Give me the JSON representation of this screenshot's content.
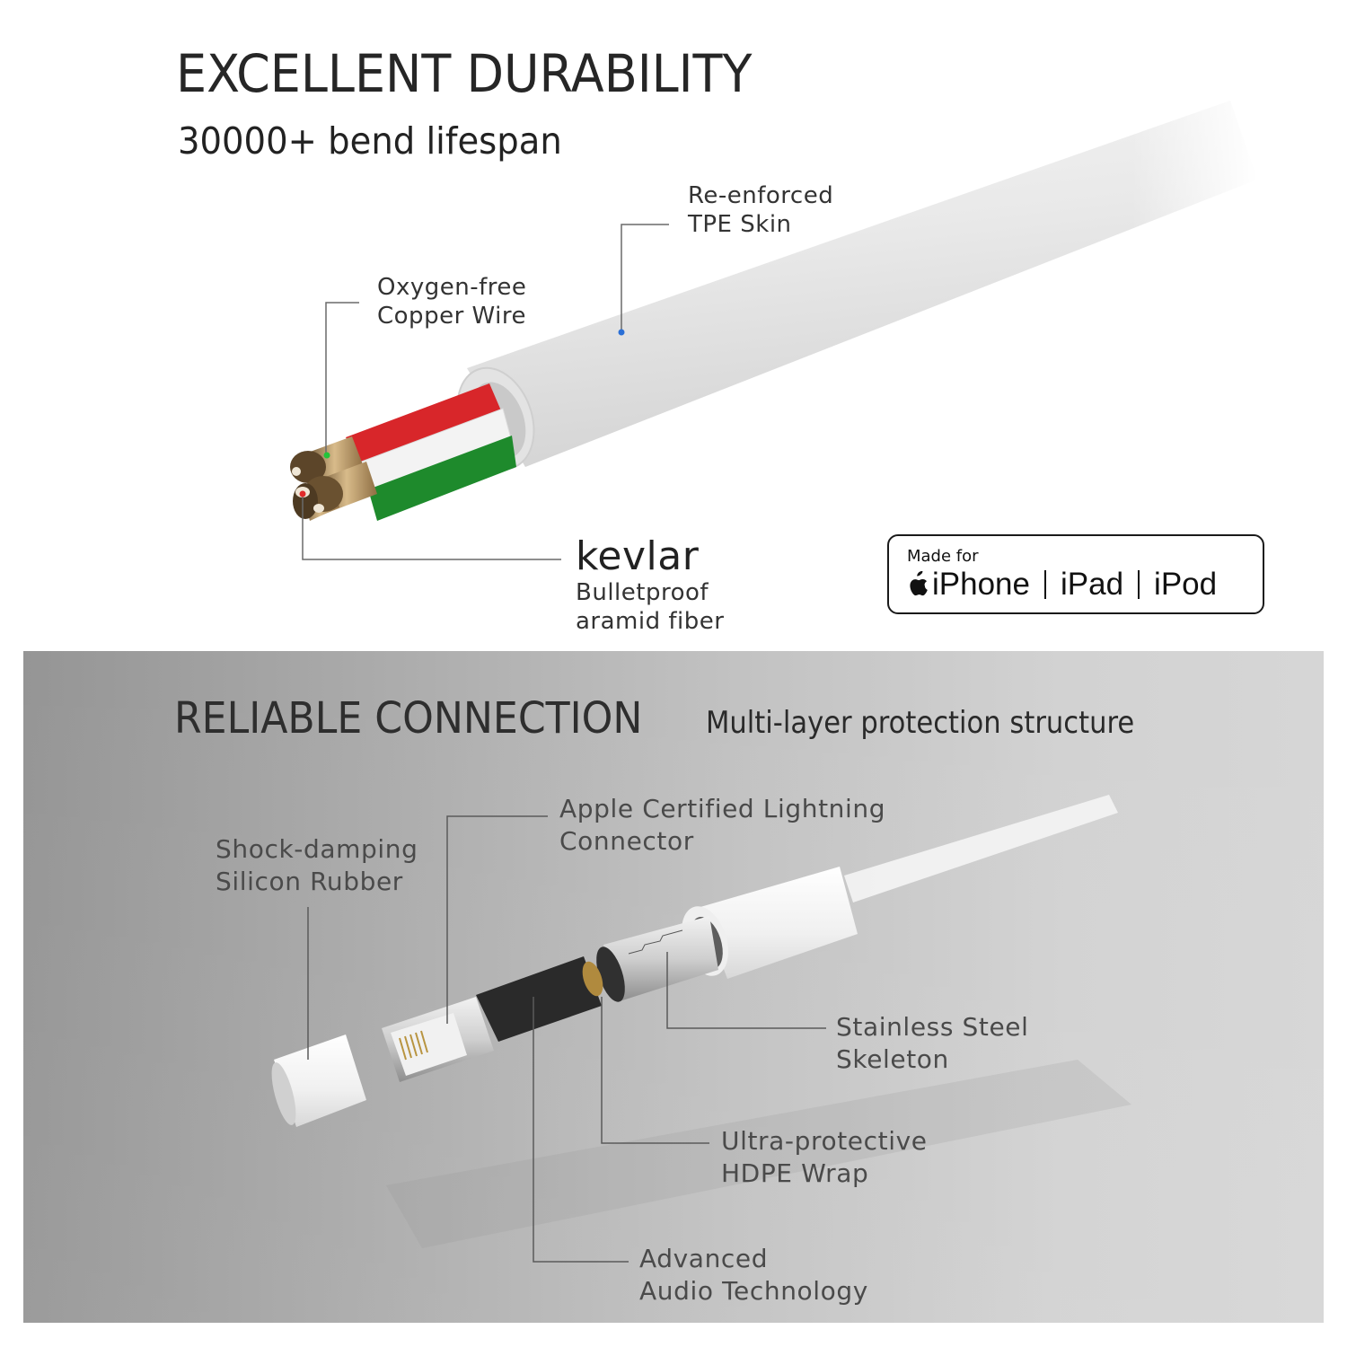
{
  "durability": {
    "title": "EXCELLENT DURABILITY",
    "subtitle": "30000+ bend lifespan",
    "callouts": {
      "tpe_skin": {
        "line1": "Re-enforced",
        "line2": "TPE Skin",
        "dot_color": "#2a6fd6"
      },
      "copper_wire": {
        "line1": "Oxygen-free",
        "line2": "Copper Wire",
        "dot_color": "#22c43a"
      },
      "kevlar": {
        "heading": "kevlar",
        "line1": "Bulletproof",
        "line2": "aramid fiber",
        "dot_color": "#e02a2a"
      }
    },
    "wire_colors": {
      "red": "#d8262a",
      "white": "#f2f2f2",
      "green": "#1e8a2c",
      "copper": "#b8945e"
    }
  },
  "mfi_badge": {
    "made_for": "Made for",
    "devices": [
      "iPhone",
      "iPad",
      "iPod"
    ],
    "icon": "apple-logo-icon"
  },
  "connection": {
    "title": "RELIABLE CONNECTION",
    "subtitle": "Multi-layer protection structure",
    "callouts": {
      "lightning": {
        "line1": "Apple Certified Lightning",
        "line2": "Connector"
      },
      "shock": {
        "line1": "Shock-damping",
        "line2": "Silicon Rubber"
      },
      "steel": {
        "line1": "Stainless Steel",
        "line2": "Skeleton"
      },
      "hdpe": {
        "line1": "Ultra-protective",
        "line2": "HDPE Wrap"
      },
      "audio": {
        "line1": "Advanced",
        "line2": "Audio Technology"
      }
    }
  }
}
